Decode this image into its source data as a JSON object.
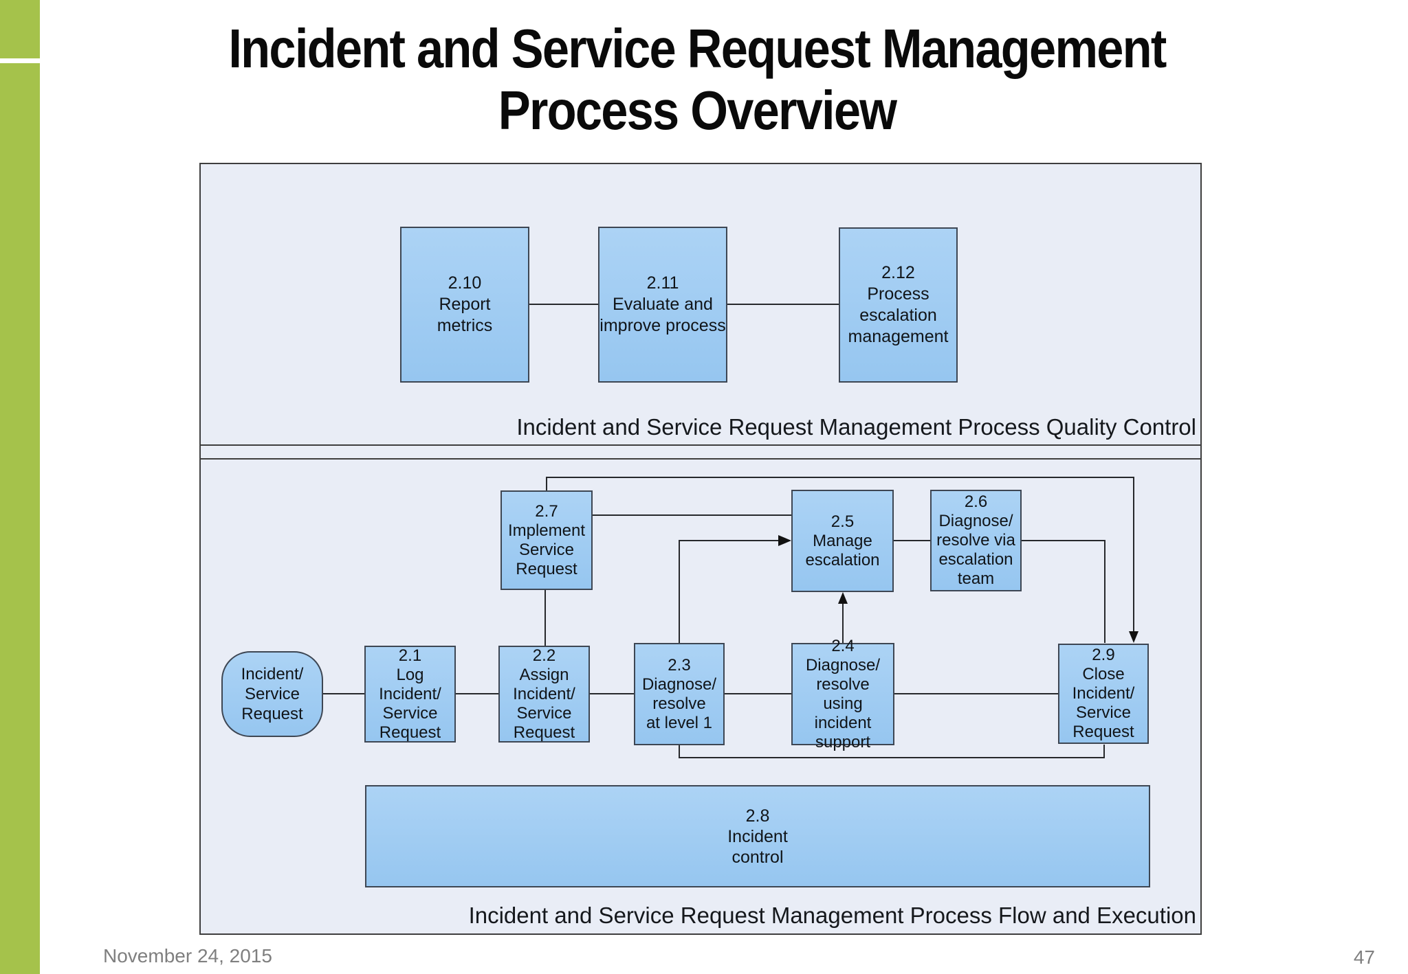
{
  "slide": {
    "title_line1": "Incident and Service Request Management",
    "title_line2": "Process Overview",
    "footer_date": "November 24, 2015",
    "page_number": "47"
  },
  "colors": {
    "accent_bar": "#a5c24b",
    "band_background": "#e9edf6",
    "band_border": "#3e3e3e",
    "box_fill": "#9ecbf2",
    "box_border": "#3d4653",
    "connector": "#26282b"
  },
  "quality_section": {
    "label": "Incident and Service Request Management Process Quality Control",
    "boxes": [
      {
        "id": "2.10",
        "text": "2.10\nReport\nmetrics"
      },
      {
        "id": "2.11",
        "text": "2.11\nEvaluate and\nimprove process"
      },
      {
        "id": "2.12",
        "text": "2.12\nProcess\nescalation\nmanagement"
      }
    ]
  },
  "flow_section": {
    "label": "Incident and Service Request Management Process Flow and Execution",
    "start": {
      "text": "Incident/\nService\nRequest"
    },
    "boxes": [
      {
        "id": "2.1",
        "text": "2.1\nLog\nIncident/\nService\nRequest"
      },
      {
        "id": "2.2",
        "text": "2.2\nAssign\nIncident/\nService\nRequest"
      },
      {
        "id": "2.3",
        "text": "2.3\nDiagnose/\nresolve\nat level 1"
      },
      {
        "id": "2.4",
        "text": "2.4\nDiagnose/\nresolve\nusing incident\nsupport"
      },
      {
        "id": "2.5",
        "text": "2.5\nManage\nescalation"
      },
      {
        "id": "2.6",
        "text": "2.6\nDiagnose/\nresolve via\nescalation\nteam"
      },
      {
        "id": "2.7",
        "text": "2.7\nImplement\nService\nRequest"
      },
      {
        "id": "2.8",
        "text": "2.8\nIncident\ncontrol"
      },
      {
        "id": "2.9",
        "text": "2.9\nClose\nIncident/\nService\nRequest"
      }
    ]
  }
}
